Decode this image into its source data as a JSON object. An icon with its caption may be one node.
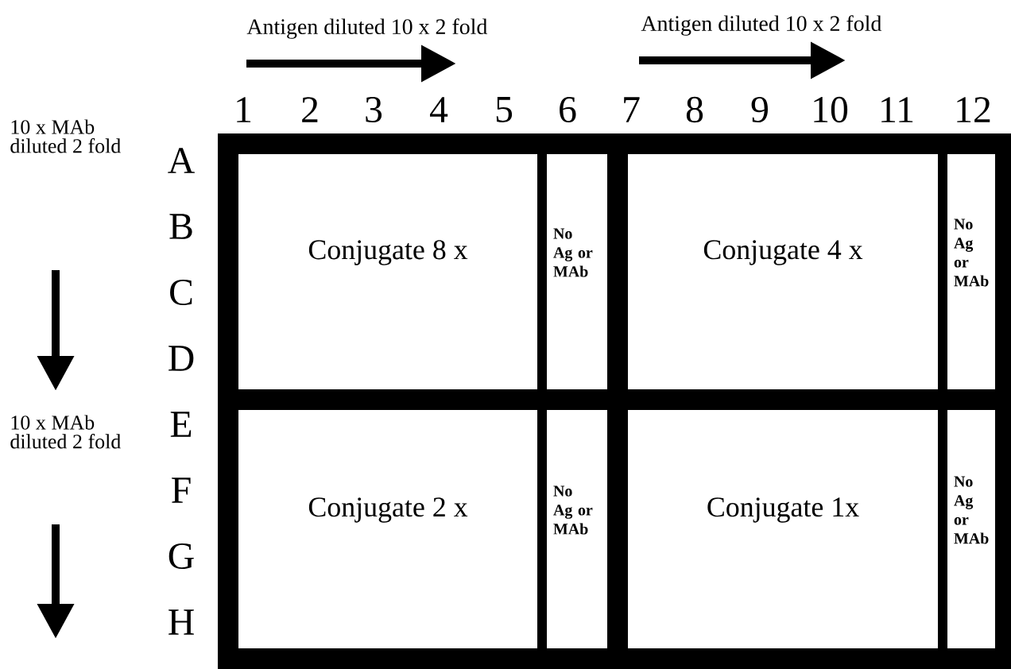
{
  "diagram": {
    "nodes": [
      {
        "text": [
          "Conjugate 8 x"
        ]
      },
      {
        "text": [
          "No Ag or MAb"
        ]
      },
      {
        "text": [
          "Conjugate 4 x"
        ]
      },
      {
        "text": [
          "No Ag or MAb"
        ]
      },
      {
        "text": [
          "Conjugate 2 x"
        ]
      },
      {
        "text": [
          "No Ag or MAb"
        ]
      },
      {
        "text": [
          "Conjugate 1x"
        ]
      },
      {
        "text": [
          "No Ag or MAb"
        ]
      }
    ],
    "edges": [],
    "labels": [
      "Antigen diluted 10 x 2 fold",
      "Antigen diluted 10 x 2 fold",
      "1",
      "2",
      "3",
      "4",
      "5",
      "6",
      "7",
      "8",
      "9",
      "10",
      "11",
      "12",
      "A",
      "B",
      "C",
      "D",
      "E",
      "F",
      "G",
      "H",
      "10 x MAb diluted 2 fold",
      "10 x MAb diluted 2 fold"
    ]
  }
}
